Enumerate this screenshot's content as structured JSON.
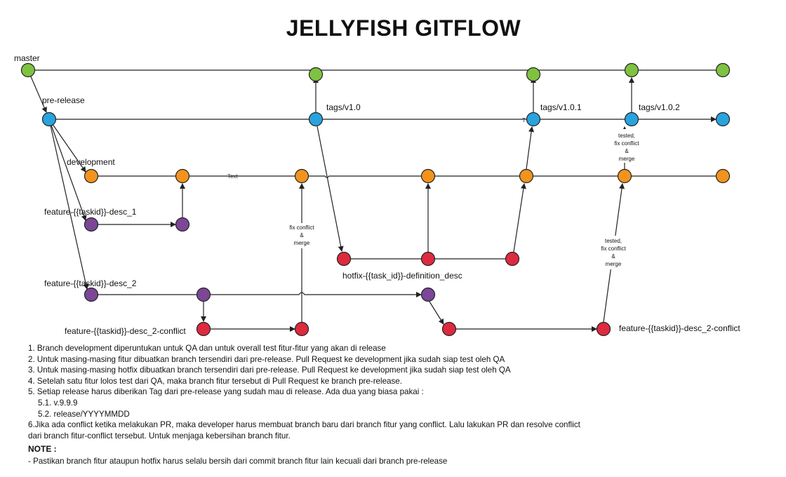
{
  "title": "JELLYFISH GITFLOW",
  "colors": {
    "master": "#7fc241",
    "pre_release": "#29a3de",
    "development": "#f2931e",
    "feature": "#7b4796",
    "hotfix": "#dd2a3e"
  },
  "branches": {
    "master": "master",
    "pre_release": "pre-release",
    "development": "development",
    "feature_1": "feature-{{taskid}}-desc_1",
    "feature_2": "feature-{{taskid}}-desc_2",
    "feature_2_conflict_left": "feature-{{taskid}}-desc_2-conflict",
    "feature_2_conflict_right": "feature-{{taskid}}-desc_2-conflict",
    "hotfix": "hotfix-{{task_id}}-definition_desc"
  },
  "tags": {
    "v1_0": "tags/v1.0",
    "v1_0_1": "tags/v1.0.1",
    "v1_0_2": "tags/v1.0.2"
  },
  "annotations": {
    "text_marker": "Text",
    "t_marker": "T",
    "fix_conflict": [
      "fix conflict",
      "&",
      "merge"
    ],
    "tested_fix_conflict_top": [
      "tested,",
      "fix conflict",
      "&",
      "merge"
    ],
    "tested_fix_conflict_bottom": [
      "tested,",
      "fix conflict",
      "&",
      "merge"
    ]
  },
  "notes": [
    "1. Branch development diperuntukan untuk QA dan untuk overall test fitur-fitur yang akan di release",
    "2. Untuk masing-masing fitur dibuatkan branch tersendiri dari pre-release. Pull Request ke development jika sudah siap test oleh QA",
    "3. Untuk masing-masing hotfix dibuatkan branch tersendiri dari pre-release. Pull Request ke development jika sudah siap test oleh QA",
    "4. Setelah satu fitur lolos test dari QA, maka branch fitur tersebut di Pull Request ke branch pre-release.",
    "5. Setiap release harus diberikan Tag dari pre-release yang sudah mau di release. Ada dua yang biasa pakai :"
  ],
  "note_sub": [
    "5.1. v.9.9.9",
    "5.2. release/YYYYMMDD"
  ],
  "note_6_line1": "6.Jika ada conflict ketika melakukan PR, maka developer harus membuat branch baru dari branch fitur yang conflict. Lalu lakukan PR dan resolve conflict",
  "note_6_line2": "dari branch fitur-conflict tersebut. Untuk menjaga kebersihan branch fitur.",
  "note_heading": "NOTE :",
  "note_body": "- Pastikan branch fitur ataupun hotfix harus selalu bersih dari commit branch fitur lain kecuali dari branch pre-release"
}
